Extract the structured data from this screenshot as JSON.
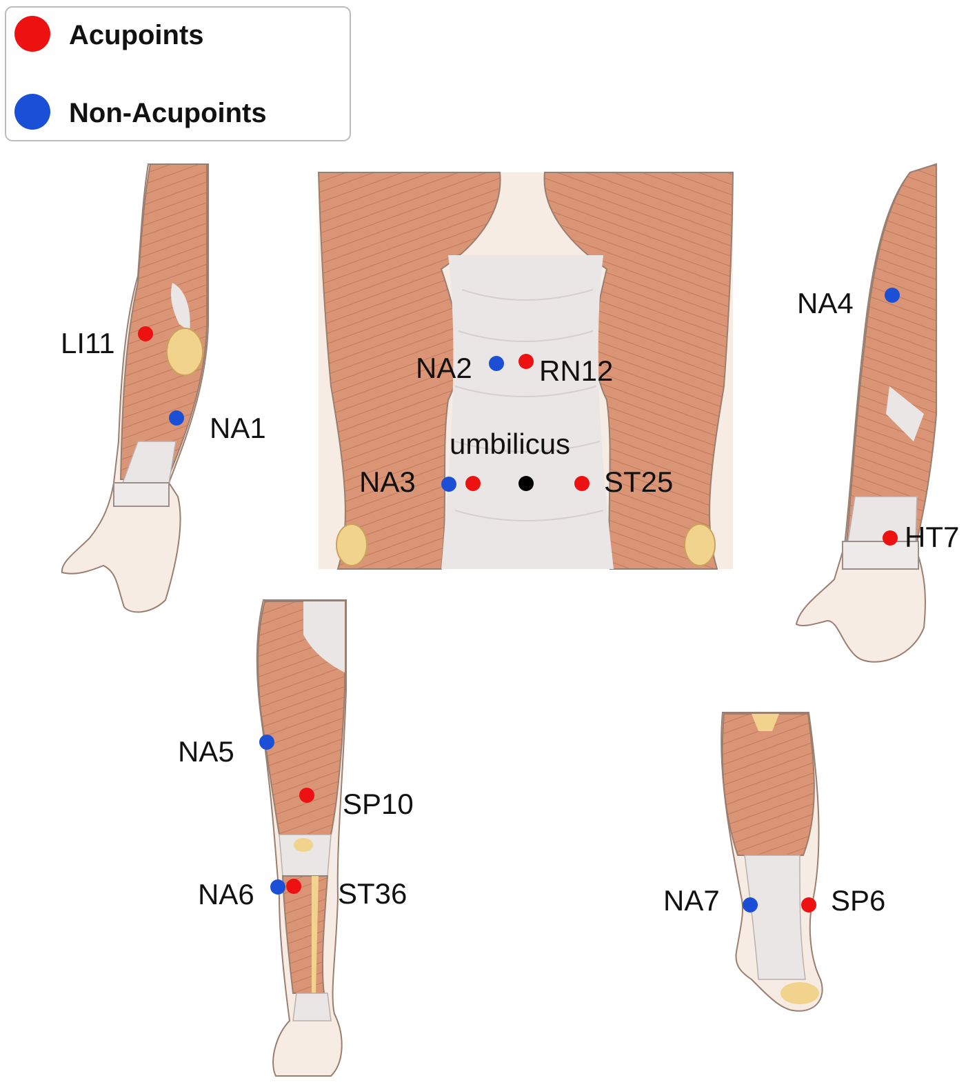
{
  "legend": {
    "acupoints_label": "Acupoints",
    "non_acupoints_label": "Non-Acupoints"
  },
  "colors": {
    "acupoint": "#ee1111",
    "non_acupoint": "#1a4fd6",
    "umbilicus": "#000000",
    "muscle": "#d99575",
    "muscle_dark": "#b9694c",
    "tendon": "#ebe6e6",
    "skin": "#f7ece4",
    "bone": "#f2d38d"
  },
  "icons": [
    "legend-red-dot-icon",
    "legend-blue-dot-icon"
  ],
  "points": {
    "LI11": "LI11",
    "NA1": "NA1",
    "NA2": "NA2",
    "RN12": "RN12",
    "umbilicus": "umbilicus",
    "NA3": "NA3",
    "ST25": "ST25",
    "NA4": "NA4",
    "HT7": "HT7",
    "NA5": "NA5",
    "SP10": "SP10",
    "NA6": "NA6",
    "ST36": "ST36",
    "NA7": "NA7",
    "SP6": "SP6"
  }
}
